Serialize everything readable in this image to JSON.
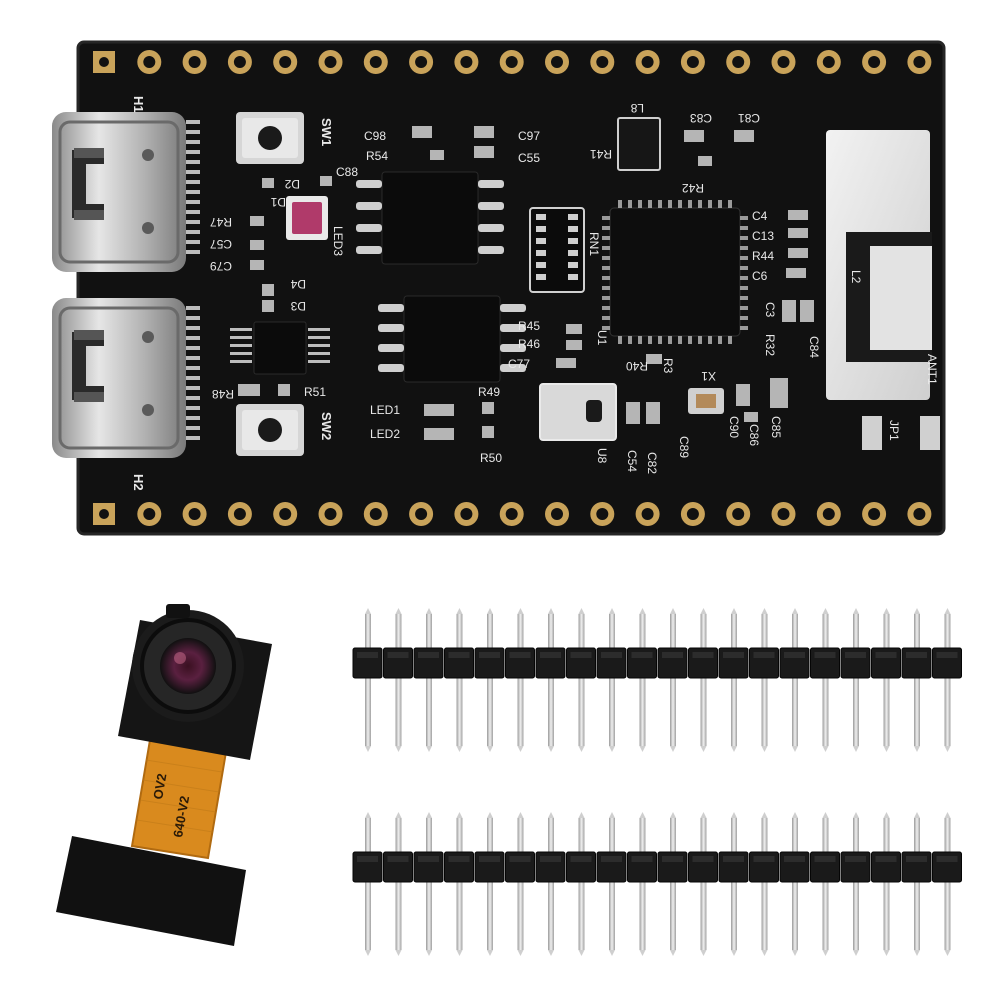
{
  "colors": {
    "pcb": "#111111",
    "pcb_edge": "#1c1c1c",
    "silkscreen": "#e8e8e8",
    "gold_pad": "#c9a35a",
    "flex_cable": "#d98a1e",
    "header_plastic": "#1a1a1a",
    "header_pin": "#d8d8d8"
  },
  "board": {
    "labels": {
      "h1": "H1",
      "h2": "H2",
      "sw1": "SW1",
      "sw2": "SW2",
      "c98": "C98",
      "r54": "R54",
      "c88": "C88",
      "c97": "C97",
      "c55": "C55",
      "l8": "L8",
      "r41": "R41",
      "c83": "C83",
      "c81": "C81",
      "r42": "R42",
      "d2": "D2",
      "d1": "D1",
      "led3": "LED3",
      "r47": "R47",
      "c57": "C57",
      "c79": "C79",
      "d4": "D4",
      "d3": "D3",
      "rn1": "RN1",
      "c4": "C4",
      "c13": "C13",
      "r44": "R44",
      "c6": "C6",
      "l2": "L2",
      "r45": "R45",
      "r46": "R46",
      "c77": "C77",
      "u1": "U1",
      "r3": "R3",
      "r40": "R40",
      "x1": "X1",
      "c3": "C3",
      "r32": "R32",
      "c84": "C84",
      "ant1": "ANT1",
      "r48": "R48",
      "r51": "R51",
      "r49": "R49",
      "led1": "LED1",
      "led2": "LED2",
      "r50": "R50",
      "u8": "U8",
      "c54": "C54",
      "c82": "C82",
      "c89": "C89",
      "c90": "C90",
      "c86": "C86",
      "c85": "C85",
      "jp1": "JP1"
    }
  },
  "camera": {
    "flex_text_1": "OV2",
    "flex_text_2": "640-V2"
  }
}
